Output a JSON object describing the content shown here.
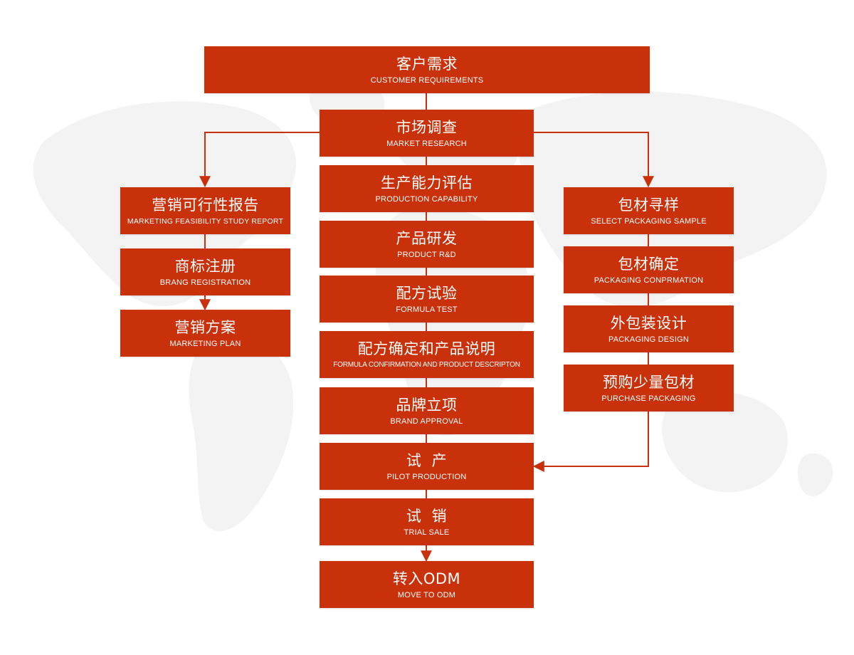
{
  "colors": {
    "box_fill": "#c9310a",
    "connector": "#c9310a",
    "text": "#ffffff",
    "map": "#f2f2f2"
  },
  "steps": {
    "customer_requirements": {
      "zh": "客户需求",
      "en": "CUSTOMER REQUIREMENTS"
    },
    "market_research": {
      "zh": "市场调查",
      "en": "MARKET RESEARCH"
    },
    "production_capability": {
      "zh": "生产能力评估",
      "en": "PRODUCTION CAPABILITY"
    },
    "product_rd": {
      "zh": "产品研发",
      "en": "PRODUCT R&D"
    },
    "formula_test": {
      "zh": "配方试验",
      "en": "FORMULA TEST"
    },
    "formula_confirmation": {
      "zh": "配方确定和产品说明",
      "en": "FORMULA CONFIRMATION AND PRODUCT DESCRIPTON"
    },
    "brand_approval": {
      "zh": "品牌立项",
      "en": "BRAND APPROVAL"
    },
    "pilot_production": {
      "zh": "试  产",
      "en": "PILOT PRODUCTION"
    },
    "trial_sale": {
      "zh": "试  销",
      "en": "TRIAL SALE"
    },
    "move_to_odm": {
      "zh": "转入ODM",
      "en": "MOVE TO ODM"
    },
    "marketing_feasibility": {
      "zh": "营销可行性报告",
      "en": "MARKETING FEASIBILITY STUDY REPORT"
    },
    "brand_registration": {
      "zh": "商标注册",
      "en": "BRANG REGISTRATION"
    },
    "marketing_plan": {
      "zh": "营销方案",
      "en": "MARKETING PLAN"
    },
    "select_packaging": {
      "zh": "包材寻样",
      "en": "SELECT PACKAGING SAMPLE"
    },
    "packaging_confirmation": {
      "zh": "包材确定",
      "en": "PACKAGING CONPRMATION"
    },
    "packaging_design": {
      "zh": "外包装设计",
      "en": "PACKAGING DESIGN"
    },
    "purchase_packaging": {
      "zh": "预购少量包材",
      "en": "PURCHASE PACKAGING"
    }
  }
}
